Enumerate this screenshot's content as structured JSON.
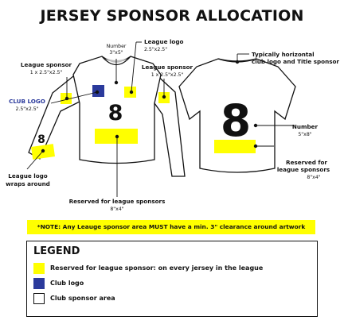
{
  "title": "JERSEY SPONSOR ALLOCATION",
  "colors": {
    "sponsor": "#ffff00",
    "club_logo": "#2b3a9c",
    "outline": "#111111",
    "club_logo_text": "#2b3a9c"
  },
  "front": {
    "number_label": "Number",
    "number_size": "3\"x5\"",
    "league_logo_label": "League logo",
    "league_logo_size": "2.5\"x2.5\"",
    "league_sponsor_left_label": "League sponsor",
    "league_sponsor_left_size": "1 x 2.5\"x2.5\"",
    "league_sponsor_right_label": "League sponsor",
    "league_sponsor_right_size": "1 x 2.5\"x2.5\"",
    "club_logo_label": "CLUB LOGO",
    "club_logo_size": "2.5\"x2.5\"",
    "chest_number": "8",
    "sleeve_number": "8",
    "sleeve_logo_label_1": "League logo",
    "sleeve_logo_label_2": "wraps around",
    "reserved_label": "Reserved for league sponsors",
    "reserved_size": "8\"x4\""
  },
  "back": {
    "top_note_1": "Typically horizontal",
    "top_note_2": "club logo and Title sponsor",
    "number": "8",
    "number_label": "Number",
    "number_size": "5\"x8\"",
    "reserved_label_1": "Reserved for",
    "reserved_label_2": "league sponsors",
    "reserved_size": "8\"x4\""
  },
  "note": "*NOTE: Any Leauge sponsor area MUST have a min. 3\" clearance around artwork",
  "legend": {
    "title": "LEGEND",
    "items": [
      {
        "label": "Reserved for league sponsor: on every jersey in the league",
        "color": "#ffff00"
      },
      {
        "label": "Club logo",
        "color": "#2b3a9c"
      },
      {
        "label": "Club sponsor area",
        "color": "#ffffff"
      }
    ]
  }
}
